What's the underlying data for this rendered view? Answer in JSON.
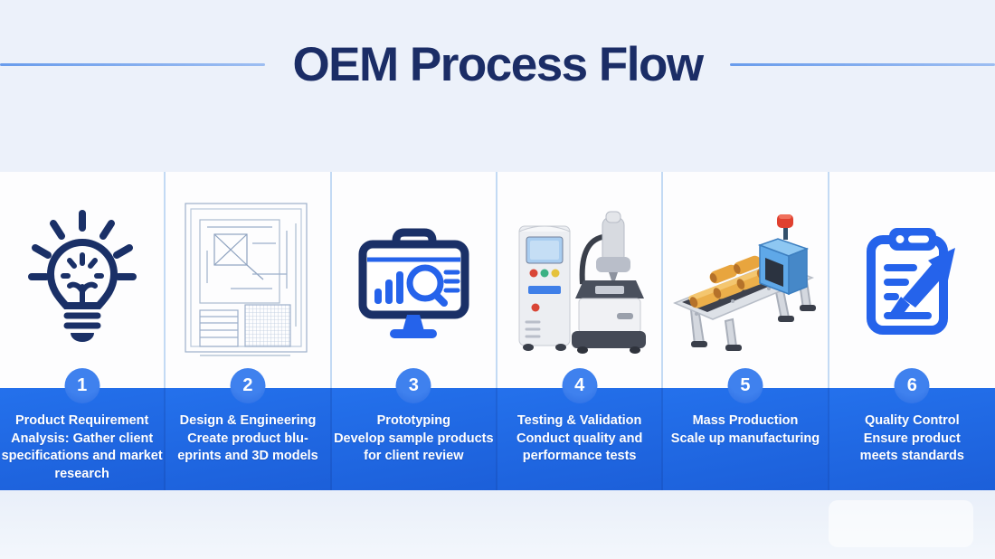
{
  "title": "OEM Process Flow",
  "colors": {
    "navy": "#1b2d66",
    "band_blue": "#2471ec",
    "band_blue_dark": "#1c5fd9",
    "circle_blue": "#3f81ee",
    "icon_blue": "#2563eb",
    "divider_blue": "#5b93ea",
    "background": "#ecf1fa",
    "footer": "#edf2fa"
  },
  "steps": [
    {
      "number": "1",
      "icon": "lightbulb-idea-icon",
      "lines": [
        "Product Requirement",
        "Analysis: Gather client",
        "specifications and market",
        "research"
      ]
    },
    {
      "number": "2",
      "icon": "blueprint-drawing-icon",
      "lines": [
        "Design & Engineering",
        "Create product blu-",
        "eprints and 3D models"
      ]
    },
    {
      "number": "3",
      "icon": "analytics-monitor-icon",
      "lines": [
        "Prototyping",
        "Develop sample products",
        "for client review"
      ]
    },
    {
      "number": "4",
      "icon": "testing-machine-icon",
      "lines": [
        "Testing & Validation",
        "Conduct quality and",
        "performance tests"
      ]
    },
    {
      "number": "5",
      "icon": "conveyor-belt-icon",
      "lines": [
        "Mass Production",
        "Scale up manufacturing"
      ]
    },
    {
      "number": "6",
      "icon": "quality-clipboard-icon",
      "lines": [
        "Quality Control",
        "Ensure product",
        "meets standards"
      ]
    }
  ]
}
